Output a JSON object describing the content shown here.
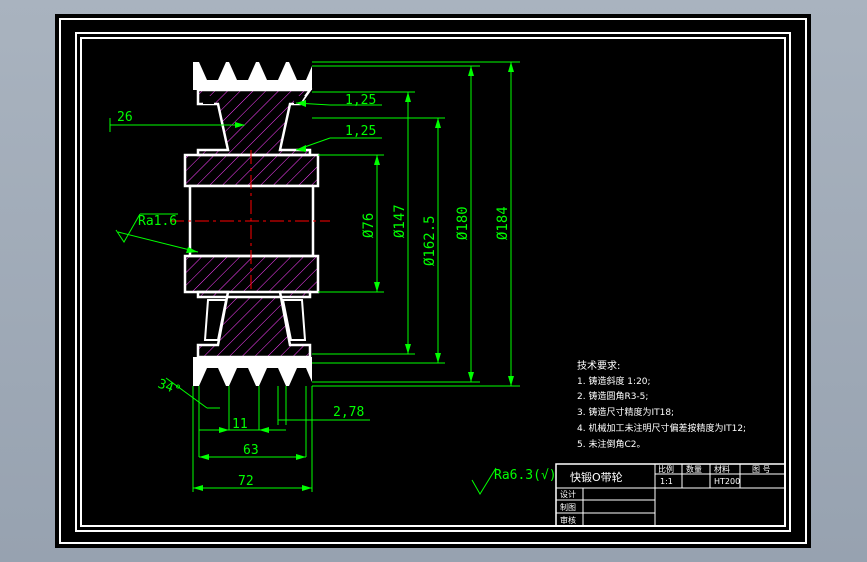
{
  "colors": {
    "background": "#000000",
    "frame": "#ffffff",
    "dimension": "#00ff00",
    "hatch": "#ff40ff",
    "centerline": "#ff0000"
  },
  "dimensions": {
    "width_26": "26",
    "angle_1": "1,25",
    "angle_2": "1,25",
    "roughness_left": "Ra1.6",
    "groove_angle": "34°",
    "pitch_11": "11",
    "groove_278": "2,78",
    "width_63": "63",
    "width_72": "72",
    "dia_76": "Ø76",
    "dia_147": "Ø147",
    "dia_1625": "Ø162.5",
    "dia_180": "Ø180",
    "dia_184": "Ø184",
    "roughness_general": "Ra6.3(√)"
  },
  "tech_requirements": {
    "heading": "技术要求:",
    "items": [
      "1. 铸造斜度 1:20;",
      "2. 铸造圆角R3-5;",
      "3. 铸造尺寸精度为IT18;",
      "4. 机械加工未注明尺寸偏差按精度为IT12;",
      "5. 未注倒角C2。"
    ]
  },
  "title_block": {
    "part_name": "快锻O带轮",
    "h_scale": "比例",
    "h_qty": "数量",
    "h_material": "材料",
    "h_drawing_no": "图 号",
    "scale_value": "1:1",
    "material_value": "HT200",
    "row_design": "设计",
    "row_draw": "制图",
    "row_review": "审核"
  }
}
